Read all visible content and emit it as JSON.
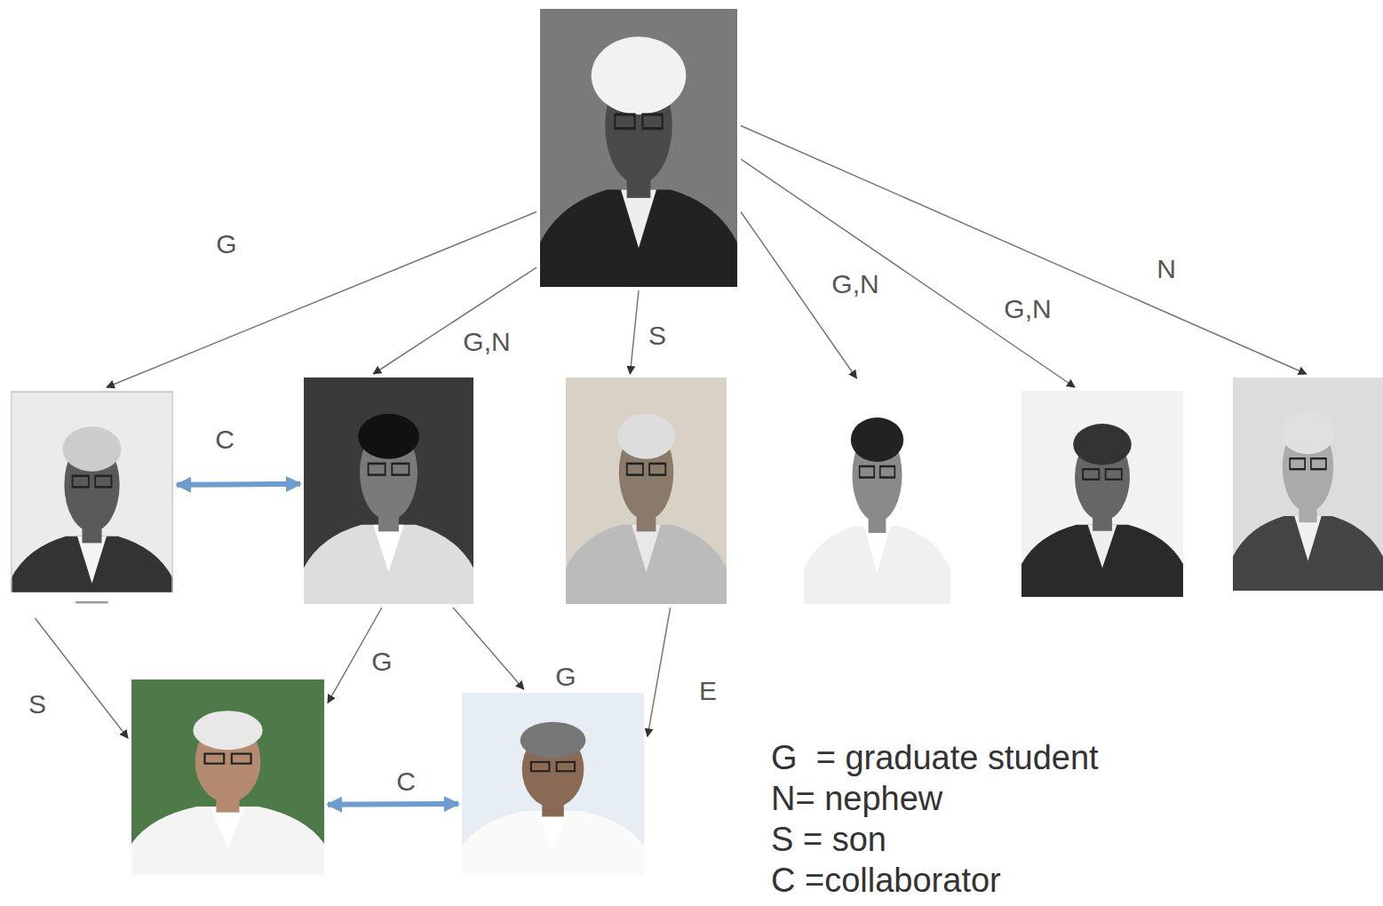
{
  "diagram": {
    "nodes": [
      {
        "text": []
      },
      {
        "text": []
      },
      {
        "text": []
      },
      {
        "text": []
      },
      {
        "text": []
      },
      {
        "text": []
      },
      {
        "text": []
      },
      {
        "text": []
      },
      {
        "text": []
      }
    ],
    "edges": [
      {
        "from": 0,
        "to": 1,
        "arrow": "to",
        "label": "G"
      },
      {
        "from": 0,
        "to": 2,
        "arrow": "to",
        "label": "G,N"
      },
      {
        "from": 0,
        "to": 3,
        "arrow": "to",
        "label": "S"
      },
      {
        "from": 0,
        "to": 4,
        "arrow": "to",
        "label": "G,N"
      },
      {
        "from": 0,
        "to": 5,
        "arrow": "to",
        "label": "G,N"
      },
      {
        "from": 0,
        "to": 6,
        "arrow": "to",
        "label": "N"
      },
      {
        "from": 1,
        "to": 2,
        "arrow": "both",
        "label": "C"
      },
      {
        "from": 1,
        "to": 7,
        "arrow": "to",
        "label": "S"
      },
      {
        "from": 2,
        "to": 7,
        "arrow": "to",
        "label": "G"
      },
      {
        "from": 2,
        "to": 8,
        "arrow": "to",
        "label": "G"
      },
      {
        "from": 3,
        "to": 8,
        "arrow": "to",
        "label": "E"
      },
      {
        "from": 7,
        "to": 8,
        "arrow": "both",
        "label": "C"
      }
    ],
    "legend": [
      {
        "text": "G  = graduate student"
      },
      {
        "text": "N= nephew"
      },
      {
        "text": "S = son"
      },
      {
        "text": "C =collaborator"
      }
    ]
  }
}
